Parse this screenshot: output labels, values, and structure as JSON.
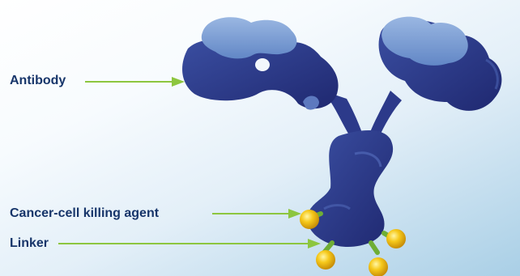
{
  "labels": {
    "antibody": "Antibody",
    "killing_agent": "Cancer-cell killing agent",
    "linker": "Linker"
  },
  "colors": {
    "antibody_dark": "#26307c",
    "antibody_mid": "#3d55a8",
    "antibody_light": "#7fa0d6",
    "pointer_arrow": "#8dc63f",
    "payload_yellow": "#f6c91b",
    "linker_green": "#6fae35",
    "label_text": "#17356a"
  }
}
